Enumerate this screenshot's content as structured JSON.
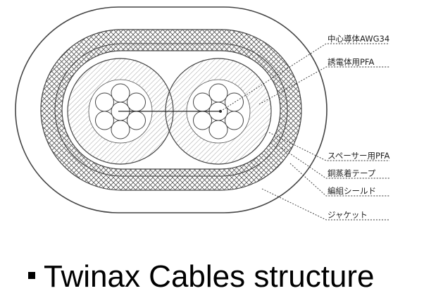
{
  "labels": {
    "conductor": "中心導体AWG34",
    "dielectric": "誘電体用PFA",
    "spacer": "スペーサー用PFA",
    "copper_tape": "銅蒸着テープ",
    "braid_shield": "編組シールド",
    "jacket": "ジャケット"
  },
  "caption": "Twinax Cables structure",
  "colors": {
    "line": "#444444",
    "hatch": "#666666",
    "background": "#ffffff"
  }
}
